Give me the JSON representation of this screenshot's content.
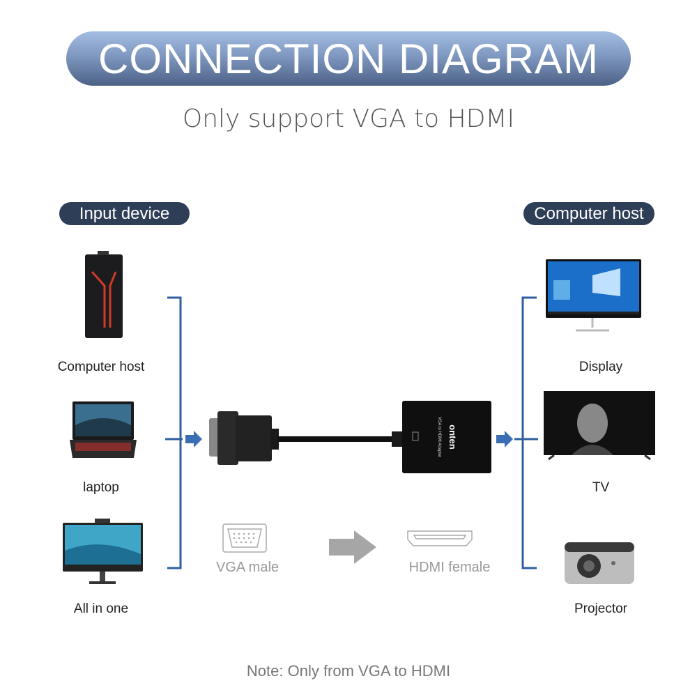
{
  "title": "CONNECTION DIAGRAM",
  "subtitle": "Only support VGA to HDMI",
  "input_section": {
    "heading": "Input device",
    "devices": [
      {
        "label": "Computer host",
        "icon": "desktop-tower-icon"
      },
      {
        "label": "laptop",
        "icon": "laptop-icon"
      },
      {
        "label": "All in one",
        "icon": "all-in-one-pc-icon"
      }
    ]
  },
  "output_section": {
    "heading": "Computer host",
    "devices": [
      {
        "label": "Display",
        "icon": "monitor-icon"
      },
      {
        "label": "TV",
        "icon": "tv-icon"
      },
      {
        "label": "Projector",
        "icon": "projector-icon"
      }
    ]
  },
  "adapter": {
    "brand": "onten",
    "model_text": "VGA to HDMI Adapter"
  },
  "conversion": {
    "from_label": "VGA male",
    "to_label": "HDMI female"
  },
  "note": "Note: Only from VGA to HDMI",
  "colors": {
    "accent": "#2f5e9e",
    "pill_dark": "#2f3e57",
    "title_top": "#a3bde2",
    "title_bottom": "#4c6186"
  }
}
